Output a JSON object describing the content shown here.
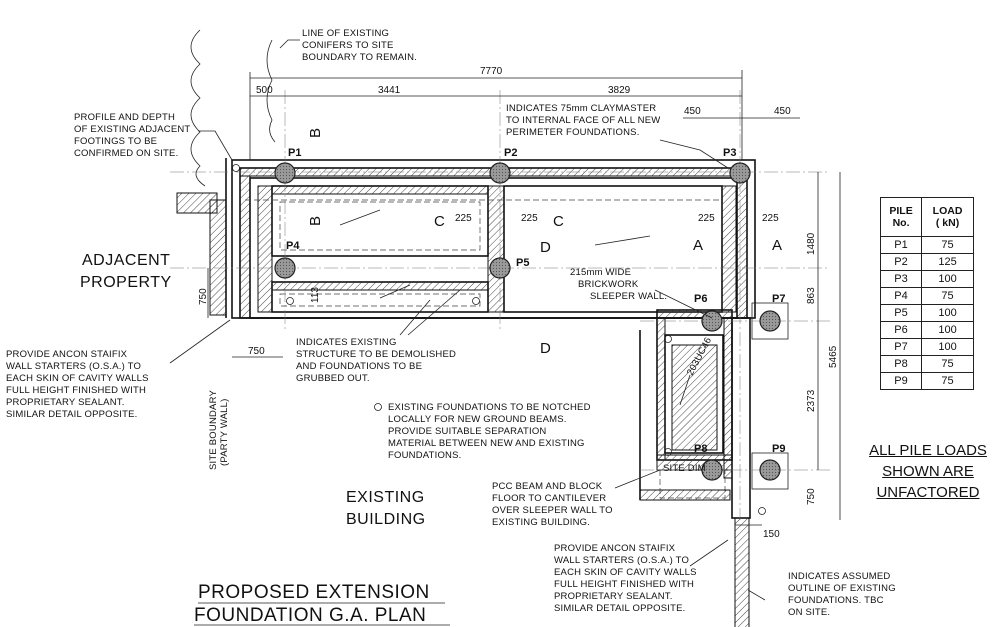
{
  "drawing": {
    "title_line1": "PROPOSED EXTENSION",
    "title_line2": "FOUNDATION G.A. PLAN",
    "adjacent_line1": "ADJACENT",
    "adjacent_line2": "PROPERTY",
    "existing_line1": "EXISTING",
    "existing_line2": "BUILDING",
    "site_boundary_line1": "SITE BOUNDARY",
    "site_boundary_line2": "(PARTY WALL)",
    "site_dim": "SITE DIM",
    "beam_label": "203UC46"
  },
  "dimensions": {
    "overall_width": "7770",
    "left_offset": "500",
    "span_left": "3441",
    "span_right": "3829",
    "right_offset_a": "450",
    "right_offset_b": "450",
    "depth_left": "750",
    "bottom_left": "750",
    "sleeper_width": "113",
    "wall_a": "225",
    "wall_b": "225",
    "wall_c": "225",
    "wall_d": "225",
    "right_1": "1480",
    "right_2": "863",
    "right_3": "2373",
    "right_4": "750",
    "right_total": "5465",
    "bottom_150": "150"
  },
  "sections": [
    "B",
    "B",
    "C",
    "C",
    "D",
    "D",
    "A",
    "A"
  ],
  "piles": [
    "P1",
    "P2",
    "P3",
    "P4",
    "P5",
    "P6",
    "P7",
    "P8",
    "P9"
  ],
  "notes": {
    "conifers": [
      "LINE OF EXISTING",
      "CONIFERS TO SITE",
      "BOUNDARY TO REMAIN."
    ],
    "profile": [
      "PROFILE AND DEPTH",
      "OF EXISTING ADJACENT",
      "FOOTINGS TO BE",
      "CONFIRMED ON SITE."
    ],
    "claymaster": [
      "INDICATES 75mm CLAYMASTER",
      "TO INTERNAL FACE OF ALL NEW",
      "PERIMETER FOUNDATIONS."
    ],
    "sleeper": [
      "215mm WIDE",
      "BRICKWORK",
      "SLEEPER WALL."
    ],
    "ancon_left": [
      "PROVIDE ANCON STAIFIX",
      "WALL STARTERS (O.S.A.) TO",
      "EACH SKIN OF CAVITY WALLS",
      "FULL HEIGHT FINISHED WITH",
      "PROPRIETARY SEALANT.",
      "SIMILAR DETAIL OPPOSITE."
    ],
    "demolish": [
      "INDICATES EXISTING",
      "STRUCTURE TO BE DEMOLISHED",
      "AND FOUNDATIONS TO BE",
      "GRUBBED OUT."
    ],
    "notched": [
      "EXISTING FOUNDATIONS TO BE NOTCHED",
      "LOCALLY FOR NEW GROUND BEAMS.",
      "PROVIDE SUITABLE SEPARATION",
      "MATERIAL BETWEEN NEW AND EXISTING",
      "FOUNDATIONS."
    ],
    "pcc": [
      "PCC BEAM AND BLOCK",
      "FLOOR TO CANTILEVER",
      "OVER SLEEPER WALL TO",
      "EXISTING BUILDING."
    ],
    "ancon_right": [
      "PROVIDE ANCON STAIFIX",
      "WALL STARTERS (O.S.A.) TO",
      "EACH SKIN OF CAVITY WALLS",
      "FULL HEIGHT FINISHED WITH",
      "PROPRIETARY SEALANT.",
      "SIMILAR DETAIL OPPOSITE."
    ],
    "assumed": [
      "INDICATES ASSUMED",
      "OUTLINE OF EXISTING",
      "FOUNDATIONS. TBC",
      "ON SITE."
    ]
  },
  "pile_table": {
    "header_pile_1": "PILE",
    "header_pile_2": "No.",
    "header_load_1": "LOAD",
    "header_load_2": "( kN)",
    "rows": [
      {
        "pile": "P1",
        "load": "75"
      },
      {
        "pile": "P2",
        "load": "125"
      },
      {
        "pile": "P3",
        "load": "100"
      },
      {
        "pile": "P4",
        "load": "75"
      },
      {
        "pile": "P5",
        "load": "100"
      },
      {
        "pile": "P6",
        "load": "100"
      },
      {
        "pile": "P7",
        "load": "100"
      },
      {
        "pile": "P8",
        "load": "75"
      },
      {
        "pile": "P9",
        "load": "75"
      }
    ]
  },
  "pile_loads_note": [
    "ALL PILE LOADS",
    "SHOWN ARE",
    "UNFACTORED"
  ]
}
